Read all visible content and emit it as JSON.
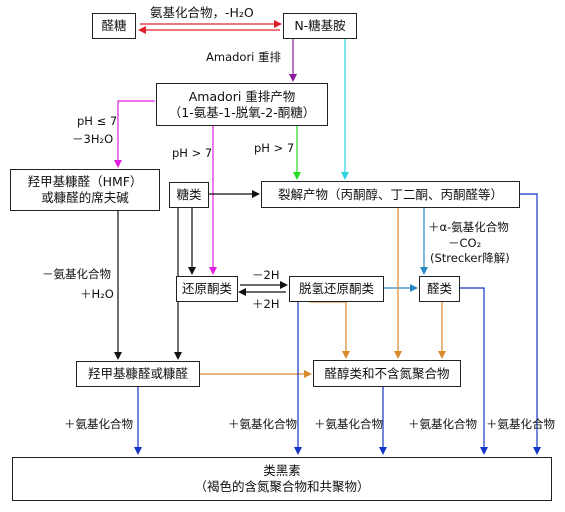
{
  "nodes": {
    "aldose": "醛糖",
    "n_glycosylamine": "N-糖基胺",
    "amadori_line1": "Amadori 重排产物",
    "amadori_line2": "（1-氨基-1-脱氧-2-酮糖）",
    "hmf_line1": "羟甲基糠醛（HMF）",
    "hmf_line2": "或糠醛的席夫碱",
    "sugars": "糖类",
    "cleavage": "裂解产物（丙酮醇、丁二酮、丙酮醛等）",
    "reductone": "还原酮类",
    "dehydroreductone": "脱氢还原酮类",
    "aldehydes": "醛类",
    "hmf_or_furfural": "羟甲基糠醛或糠醛",
    "aldol": "醛醇类和不含氮聚合物",
    "melanoidin_line1": "类黑素",
    "melanoidin_line2": "（褐色的含氮聚合物和共聚物）"
  },
  "labels": {
    "amino_compound_minus_water": "氨基化合物，-H₂O",
    "amadori_rearrangement": "Amadori 重排",
    "ph_le_7": "pH ≤ 7",
    "minus_3h2o": "－3H₂O",
    "ph_gt_7_a": "pH > 7",
    "ph_gt_7_b": "pH > 7",
    "minus_amino_compound": "－氨基化合物",
    "plus_h2o": "＋H₂O",
    "minus_2h": "－2H",
    "plus_2h": "＋2H",
    "alpha_amino": "＋α-氨基化合物",
    "minus_co2": "－CO₂",
    "strecker": "(Strecker降解)",
    "plus_amino_1": "＋氨基化合物",
    "plus_amino_2": "＋氨基化合物",
    "plus_amino_3": "＋氨基化合物",
    "plus_amino_4": "＋氨基化合物",
    "plus_amino_5": "＋氨基化合物"
  },
  "colors": {
    "red": "#e0202a",
    "purple": "#8a1a9a",
    "cyan": "#2fd3e0",
    "magenta": "#e020e0",
    "green": "#22dd22",
    "black": "#111111",
    "orange": "#d98a2a",
    "blue": "#1436c8",
    "teal": "#2a8ac8"
  }
}
